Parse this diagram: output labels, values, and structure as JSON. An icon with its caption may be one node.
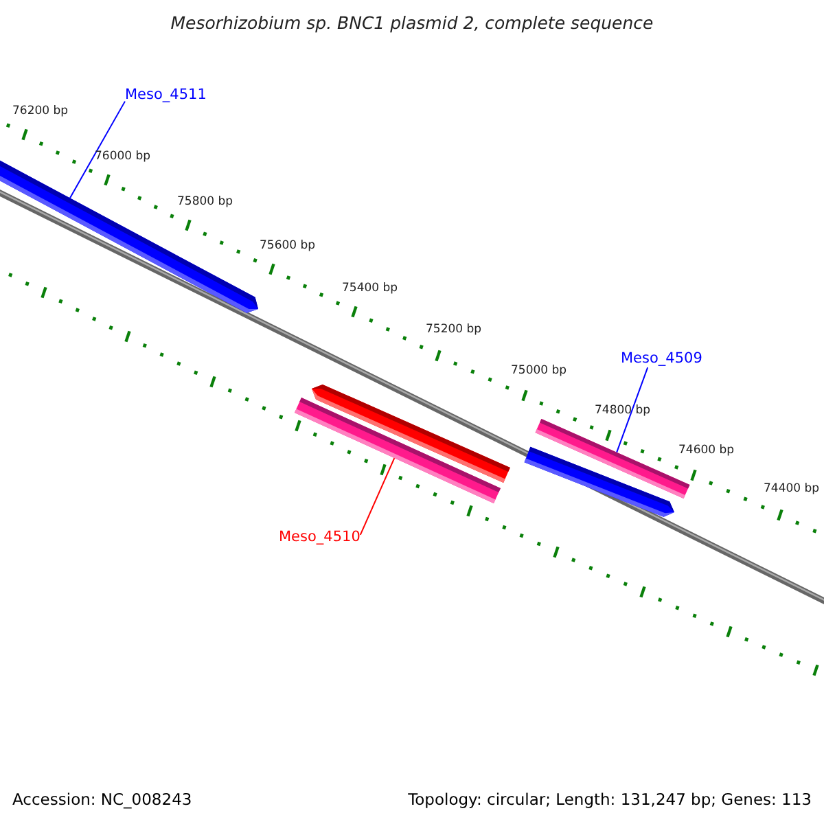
{
  "diagram": {
    "title": "Mesorhizobium sp. BNC1 plasmid 2, complete sequence",
    "nodes": [
      {
        "text": [
          "Meso_4511"
        ]
      },
      {
        "text": [],
        "shape": "bar"
      },
      {
        "text": [],
        "shape": "bar"
      },
      {
        "text": [],
        "shape": "bar"
      },
      {
        "text": [
          "Meso_4509"
        ]
      },
      {
        "text": [],
        "shape": "bar"
      },
      {
        "text": [],
        "shape": "bar"
      },
      {
        "text": [
          "Meso_4510"
        ]
      }
    ],
    "edges": [
      {
        "from": 0,
        "to": 1,
        "arrow": "none",
        "color": "#0000ff"
      },
      {
        "from": 4,
        "to": 5,
        "arrow": "none",
        "color": "#0000ff"
      },
      {
        "from": 7,
        "to": 3,
        "arrow": "none",
        "color": "#ff0000"
      }
    ],
    "labels": [
      "76200 bp",
      "76000 bp",
      "75800 bp",
      "75600 bp",
      "75400 bp",
      "75200 bp",
      "75000 bp",
      "74800 bp",
      "74600 bp",
      "74400 bp",
      "Accession: NC_008243",
      "Topology: circular; Length: 131,247 bp; Genes: 113"
    ]
  }
}
